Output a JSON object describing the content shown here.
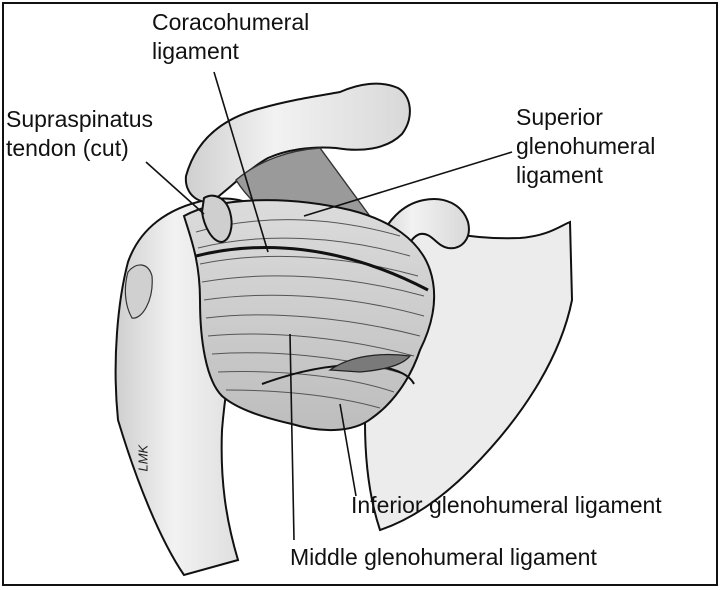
{
  "labels": {
    "coracohumeral": [
      "Coracohumeral",
      "ligament"
    ],
    "supraspinatus": [
      "Supraspinatus",
      "tendon (cut)"
    ],
    "superior": [
      "Superior",
      "glenohumeral",
      "ligament"
    ],
    "inferior": "Inferior glenohumeral ligament",
    "middle": "Middle glenohumeral ligament"
  },
  "artist_signature": "LMK",
  "colors": {
    "outline": "#111111",
    "bone": "#e4e4e4",
    "bone_shadow": "#b8b8b8",
    "ligament": "#d6d6d6",
    "background": "#ffffff"
  }
}
